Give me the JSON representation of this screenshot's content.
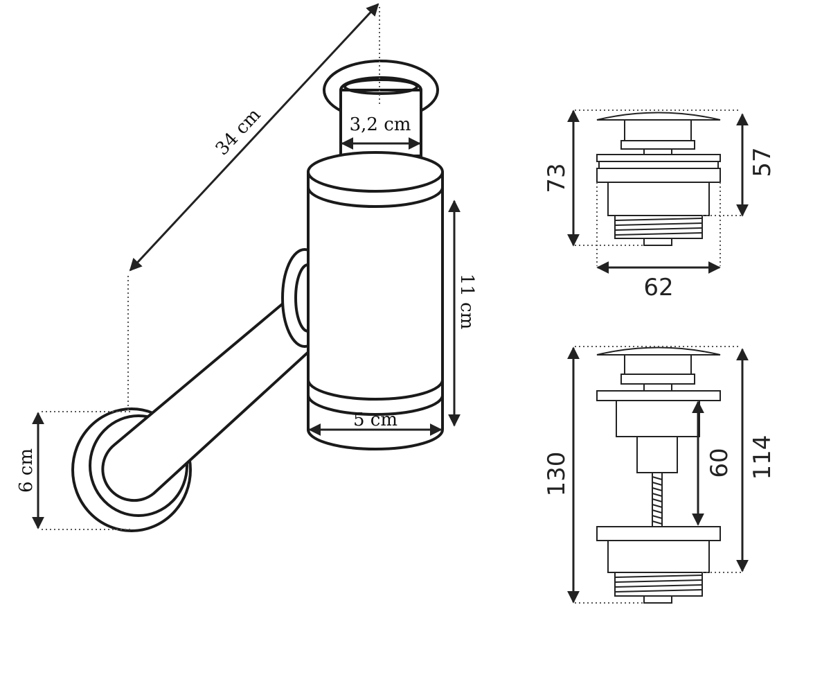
{
  "siphon": {
    "length_label": "34 cm",
    "top_diameter_label": "3,2 cm",
    "body_height_label": "11 cm",
    "body_diameter_label": "5 cm",
    "wall_flange_label": "6 cm"
  },
  "drain_short": {
    "height_label": "73",
    "inner_height_label": "57",
    "width_label": "62"
  },
  "drain_long": {
    "height_label": "130",
    "stem_label": "60",
    "inner_height_label": "114"
  }
}
